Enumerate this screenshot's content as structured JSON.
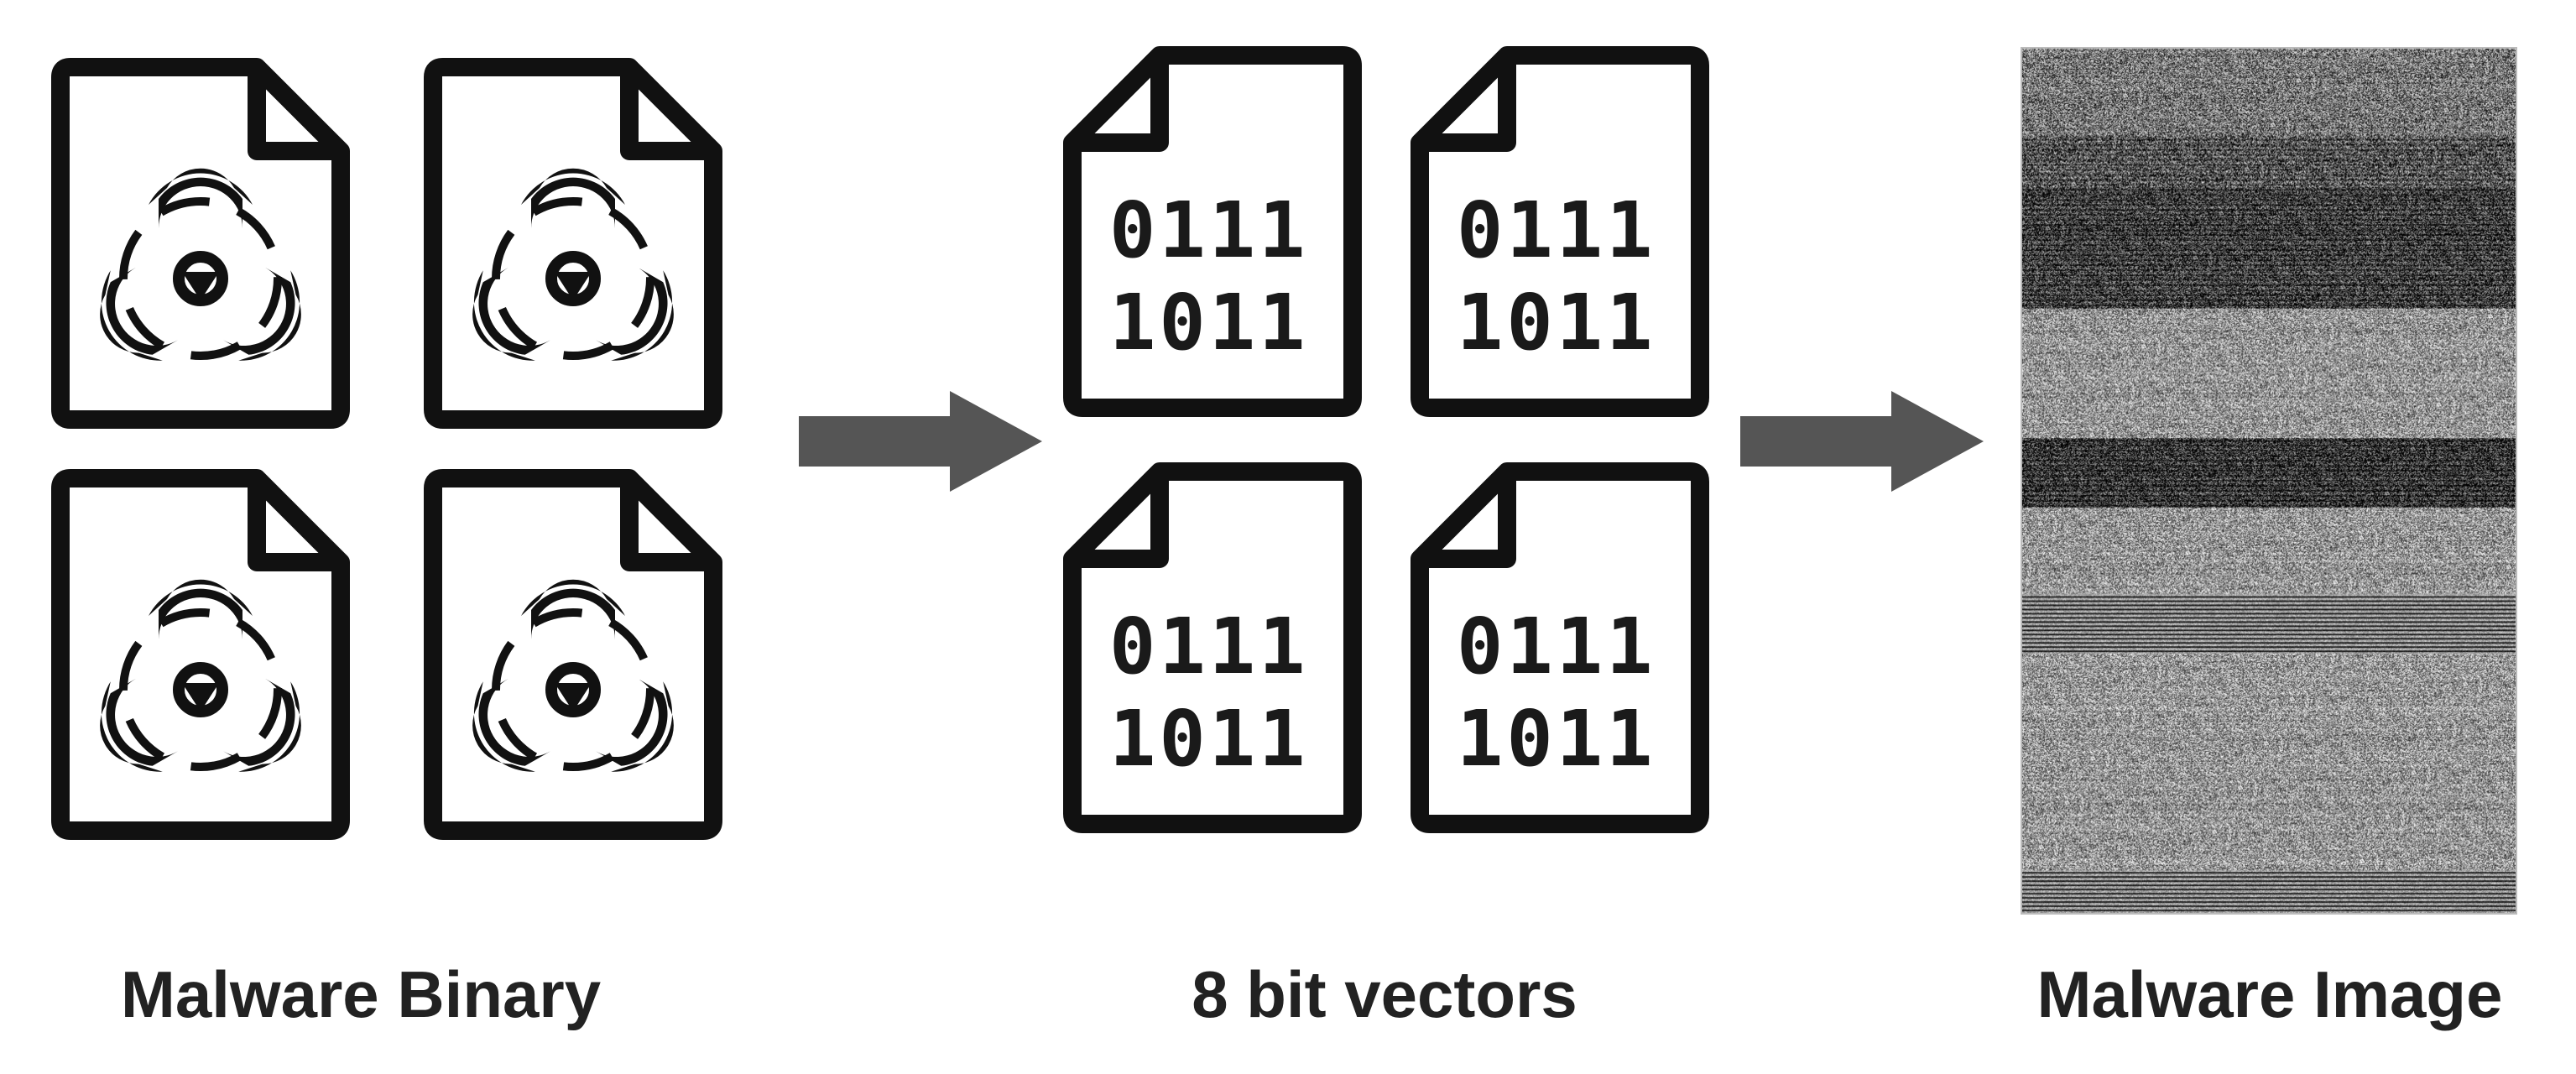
{
  "captions": {
    "binary": "Malware Binary",
    "vectors": "8 bit vectors",
    "image": "Malware Image"
  },
  "bit_files": {
    "line1": "0111",
    "line2": "1011"
  },
  "icons": {
    "malware_file": "biohazard-file-icon",
    "bit_file": "binary-file-icon",
    "arrow": "right-arrow-icon"
  },
  "colors": {
    "outline": "#111111",
    "arrow": "#555555",
    "caption": "#222222"
  }
}
